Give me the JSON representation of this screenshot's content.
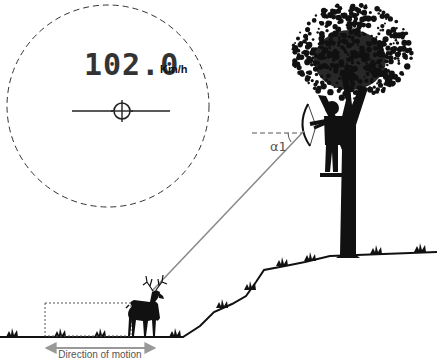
{
  "diagram": {
    "labels": [
      "102.0",
      "Km/h",
      "α1",
      "Direction of motion"
    ]
  }
}
